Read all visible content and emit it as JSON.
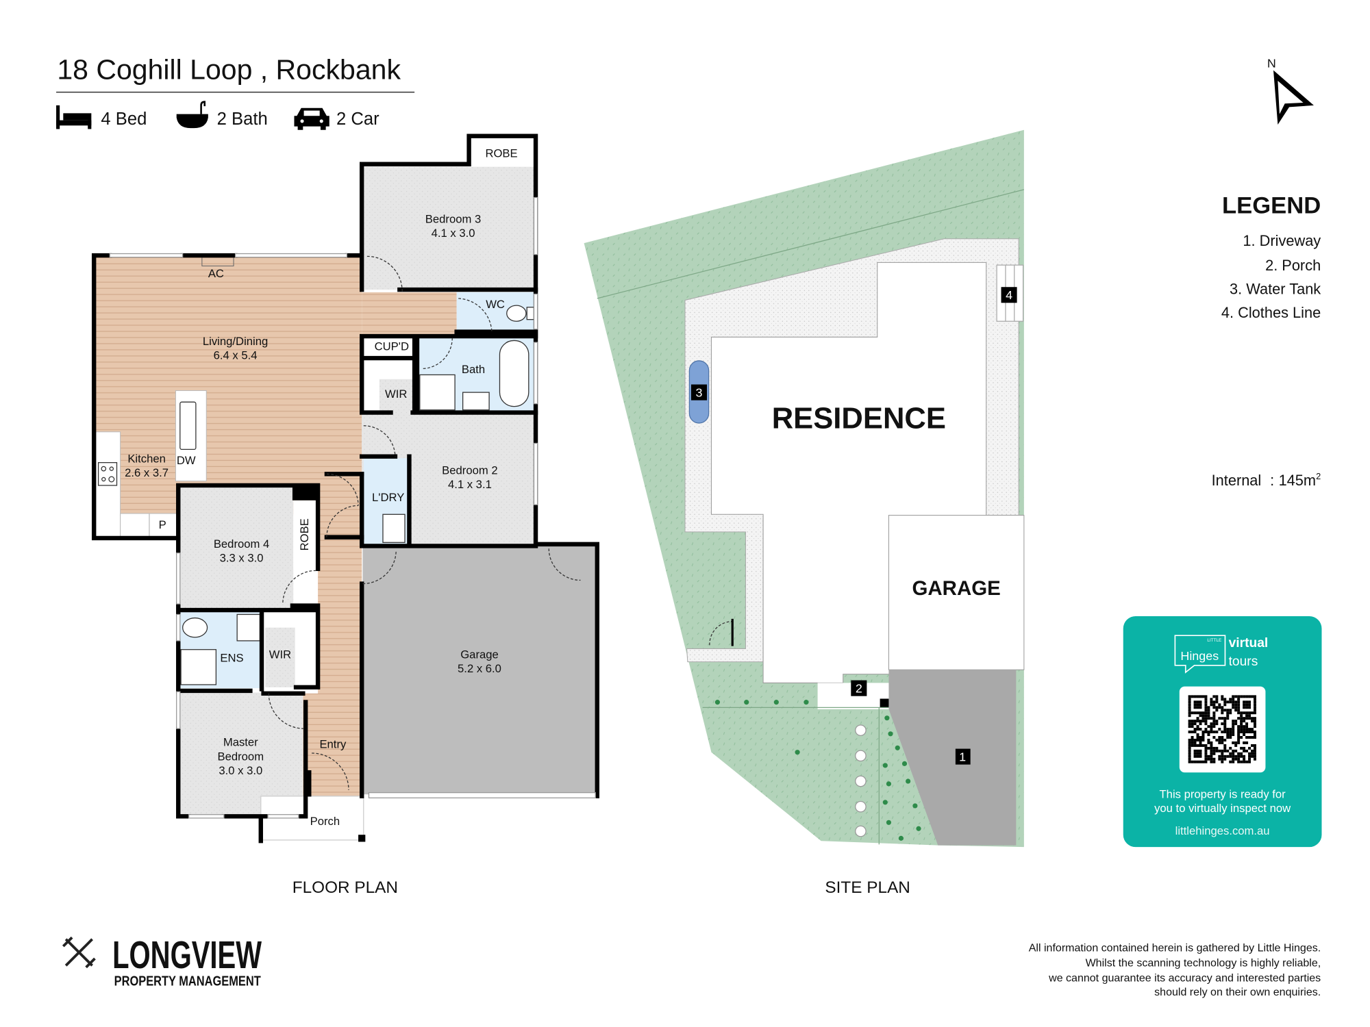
{
  "header": {
    "title": "18 Coghill Loop , Rockbank",
    "features": [
      {
        "icon": "bed-icon",
        "label": "4 Bed"
      },
      {
        "icon": "bathtub-icon",
        "label": "2 Bath"
      },
      {
        "icon": "car-icon",
        "label": "2 Car"
      }
    ]
  },
  "floor_plan": {
    "caption": "FLOOR PLAN",
    "rooms": {
      "robe_top": "ROBE",
      "bedroom3": {
        "name": "Bedroom 3",
        "size": "4.1 x 3.0"
      },
      "ac": "AC",
      "wc": "WC",
      "living": {
        "name": "Living/Dining",
        "size": "6.4 x 5.4"
      },
      "cupd": "CUP'D",
      "bath": "Bath",
      "wir_upper": "WIR",
      "kitchen": {
        "name": "Kitchen",
        "size": "2.6 x 3.7"
      },
      "dw": "DW",
      "bedroom2": {
        "name": "Bedroom 2",
        "size": "4.1 x 3.1"
      },
      "laundry": "L'DRY",
      "pantry": "P",
      "bedroom4": {
        "name": "Bedroom 4",
        "size": "3.3 x 3.0"
      },
      "robe_side": "ROBE",
      "garage": {
        "name": "Garage",
        "size": "5.2 x 6.0"
      },
      "ens": "ENS",
      "wir_lower": "WIR",
      "master": {
        "line1": "Master",
        "line2": "Bedroom",
        "size": "3.0 x 3.0"
      },
      "entry": "Entry",
      "porch": "Porch"
    }
  },
  "site_plan": {
    "caption": "SITE PLAN",
    "residence": "RESIDENCE",
    "garage": "GARAGE",
    "markers": [
      "1",
      "2",
      "3",
      "4"
    ]
  },
  "compass": {
    "north": "N"
  },
  "legend": {
    "title": "LEGEND",
    "items": [
      "1. Driveway",
      "2. Porch",
      "3. Water Tank",
      "4. Clothes Line"
    ]
  },
  "area": {
    "label": "Internal",
    "sep": ":",
    "value": "145m",
    "unit_sup": "2"
  },
  "promo": {
    "brand_small": "LITTLE",
    "brand": "Hinges",
    "tag1": "virtual",
    "tag2": "tours",
    "line1": "This property is ready for",
    "line2": "you to virtually inspect now",
    "url": "littlehinges.com.au",
    "color": "#0bb3a6"
  },
  "agency": {
    "name": "LONGVIEW",
    "sub": "PROPERTY MANAGEMENT"
  },
  "disclaimer": [
    "All information contained herein is gathered by Little Hinges.",
    "Whilst the scanning technology is highly reliable,",
    "we cannot guarantee its accuracy and interested parties",
    "should rely on their own enquiries."
  ]
}
